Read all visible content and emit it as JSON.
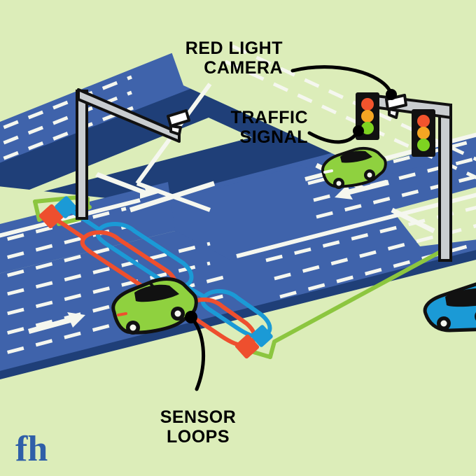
{
  "illustration": {
    "title": "Red Light Camera Intersection Diagram",
    "background_color": "#dcedb9",
    "road_color": "#3f63ab",
    "road_shadow_color": "#1f3f78",
    "lane_marking_color": "#f5f7ef"
  },
  "labels": {
    "red_light_camera": {
      "line1": "RED LIGHT",
      "line2": "CAMERA"
    },
    "traffic_signal": {
      "line1": "TRAFFIC",
      "line2": "SIGNAL"
    },
    "sensor_loops": {
      "line1": "SENSOR",
      "line2": "LOOPS"
    }
  },
  "logo": {
    "text": "fh",
    "color": "#2f5fa8"
  },
  "signals": {
    "lights": [
      {
        "name": "red",
        "color": "#f2542d"
      },
      {
        "name": "amber",
        "color": "#f5a623"
      },
      {
        "name": "green",
        "color": "#7ed321"
      }
    ],
    "housing_color": "#111111",
    "mast_color": "#b8bcbe"
  },
  "sensor_loops": {
    "loop_colors": {
      "inbound": "#ee4f2e",
      "outbound": "#1b9ad6"
    },
    "conduit_color": "#8cc63f",
    "junction_box_colors": {
      "inbound": "#ee4f2e",
      "outbound": "#1b9ad6"
    },
    "loop_count": 4
  },
  "vehicles": [
    {
      "name": "car-upper-green",
      "color": "#8fd13f",
      "direction": "westbound"
    },
    {
      "name": "car-center-green",
      "color": "#8fd13f",
      "direction": "eastbound"
    },
    {
      "name": "car-right-blue",
      "color": "#1b9ad6",
      "direction": "eastbound"
    }
  ],
  "cameras": [
    {
      "name": "camera-left-mast",
      "body_color": "#ffffff"
    },
    {
      "name": "camera-right-mast",
      "body_color": "#ffffff"
    }
  ]
}
